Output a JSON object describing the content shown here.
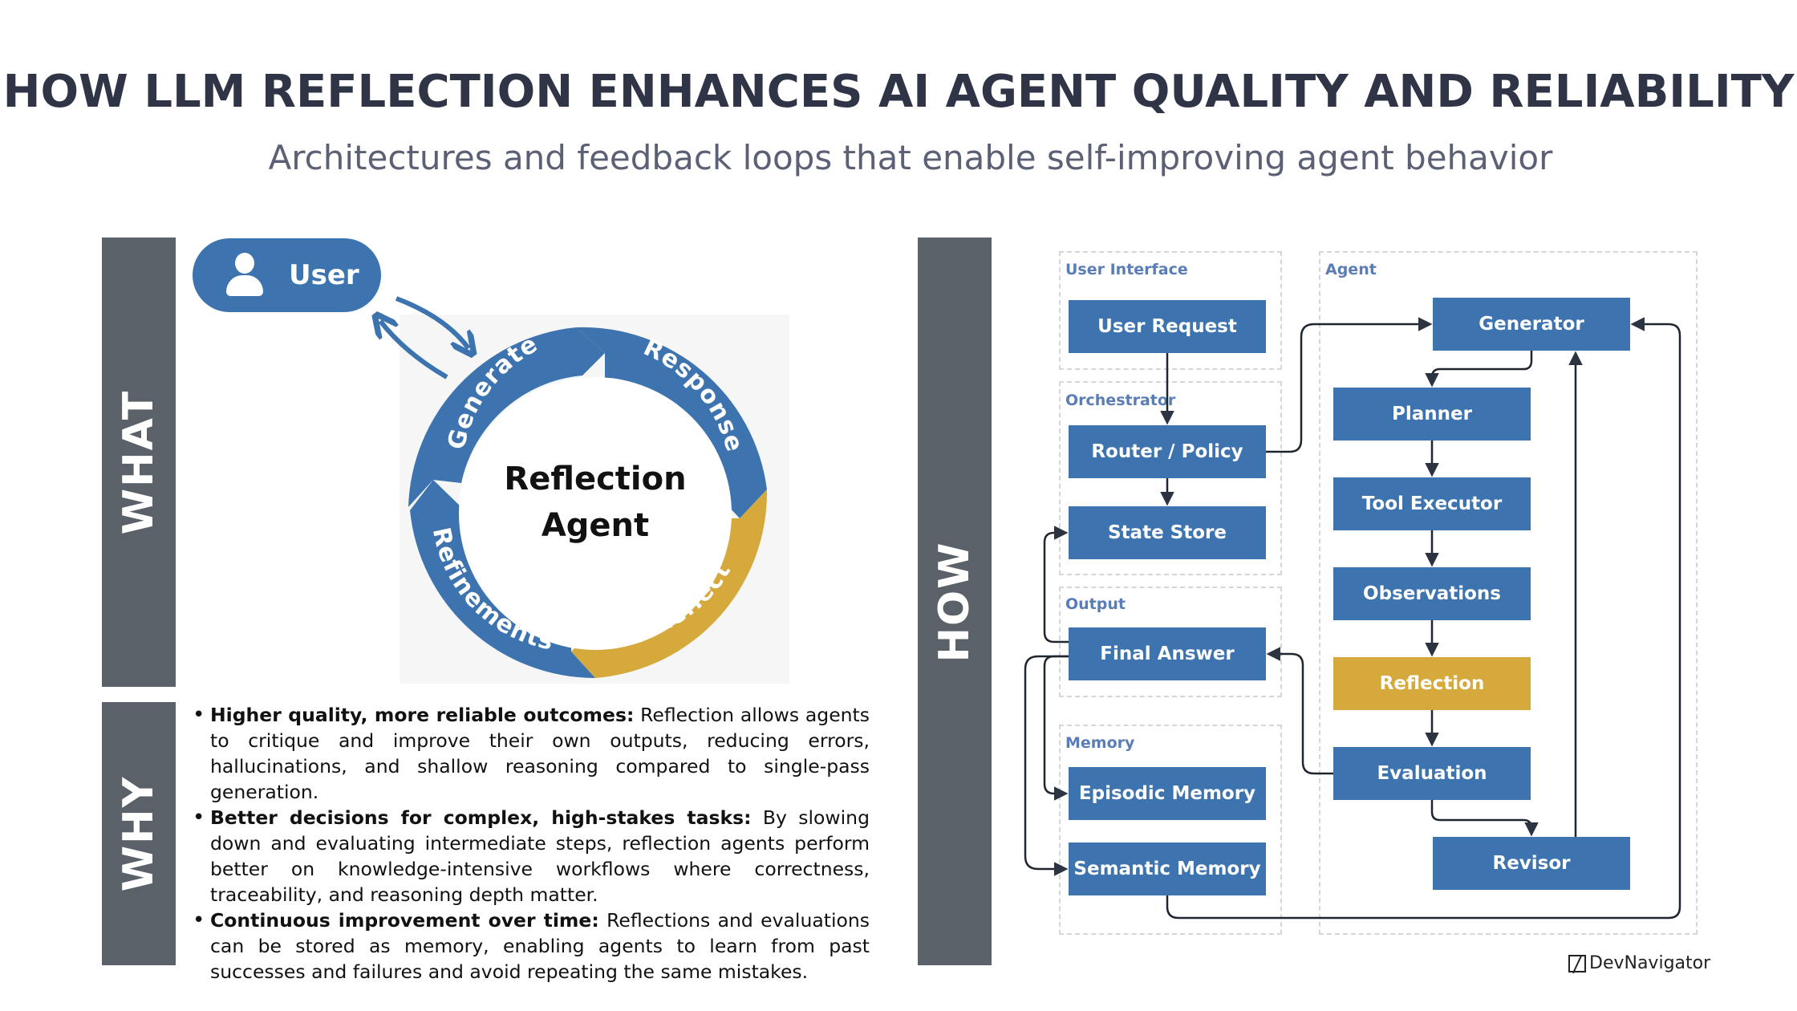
{
  "title": "HOW LLM REFLECTION ENHANCES AI AGENT QUALITY AND RELIABILITY",
  "subtitle": "Architectures and feedback loops that enable self-improving agent behavior",
  "sections": {
    "what": "WHAT",
    "why": "WHY",
    "how": "HOW"
  },
  "what_panel": {
    "user_label": "User",
    "center_line1": "Reflection",
    "center_line2": "Agent",
    "cycle": {
      "generate": "Generate",
      "response": "Response",
      "reflect": "Reflect",
      "refinements": "Refinements"
    }
  },
  "why_panel": {
    "items": [
      {
        "heading": "Higher quality, more reliable outcomes:",
        "text": " Reflection allows agents to critique and improve their own outputs, reducing errors, hallucinations, and shallow reasoning compared to single-pass generation."
      },
      {
        "heading": "Better decisions for complex, high-stakes tasks:",
        "text": " By slowing down and evaluating intermediate steps, reflection agents perform better on knowledge-intensive workflows where correctness, traceability, and reasoning depth matter."
      },
      {
        "heading": "Continuous improvement over time:",
        "text": " Reflections and evaluations can be stored as memory, enabling agents to learn from past successes and failures and avoid repeating the same mistakes."
      }
    ]
  },
  "how_panel": {
    "groups": {
      "user_interface": "User Interface",
      "orchestrator": "Orchestrator",
      "output": "Output",
      "memory": "Memory",
      "agent": "Agent"
    },
    "nodes": {
      "user_request": "User Request",
      "router_policy": "Router / Policy",
      "state_store": "State Store",
      "final_answer": "Final Answer",
      "episodic_memory": "Episodic Memory",
      "semantic_memory": "Semantic Memory",
      "generator": "Generator",
      "planner": "Planner",
      "tool_executor": "Tool Executor",
      "observations": "Observations",
      "reflection": "Reflection",
      "evaluation": "Evaluation",
      "revisor": "Revisor"
    }
  },
  "colors": {
    "node_blue": "#3d74b0",
    "reflection_gold": "#d6a93c",
    "sidebar_gray": "#5a6169",
    "title": "#2f3446"
  },
  "brand": "DevNavigator"
}
